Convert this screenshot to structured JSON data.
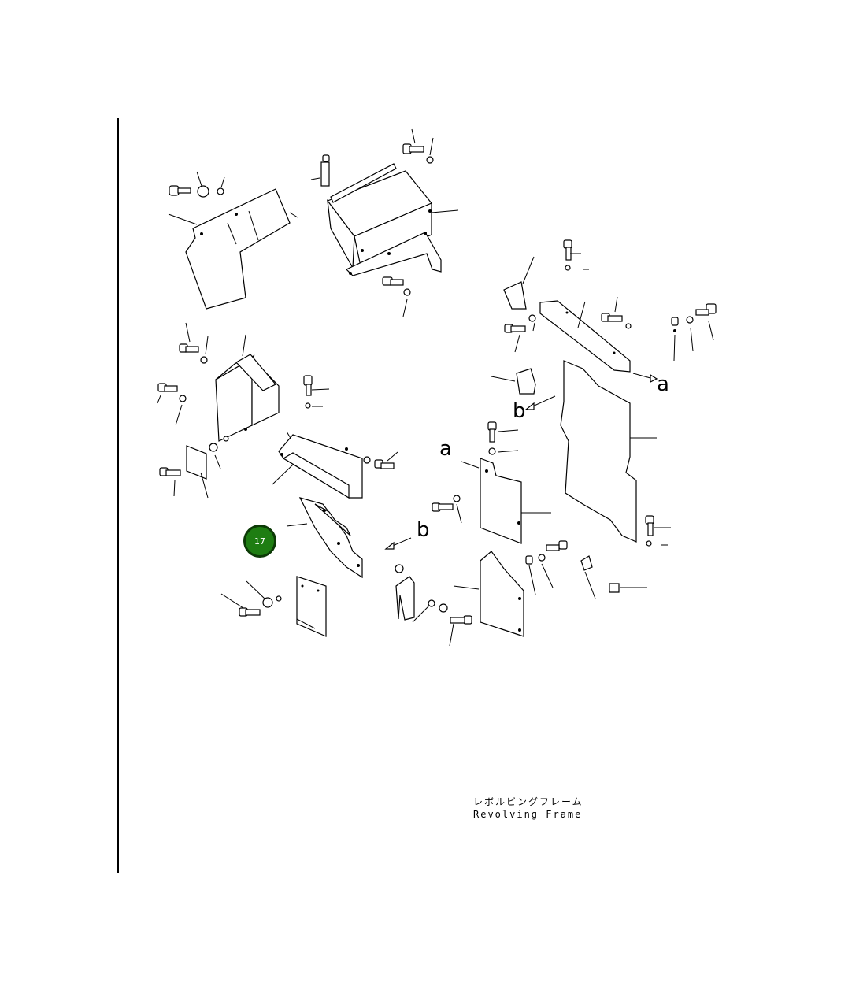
{
  "diagram": {
    "ref_letters": [
      "a",
      "b",
      "a",
      "b"
    ],
    "title_jp": "レボルビングフレーム",
    "title_en": "Revolving Frame",
    "hotspot": {
      "label": "17",
      "color": "#1e7d12"
    }
  }
}
